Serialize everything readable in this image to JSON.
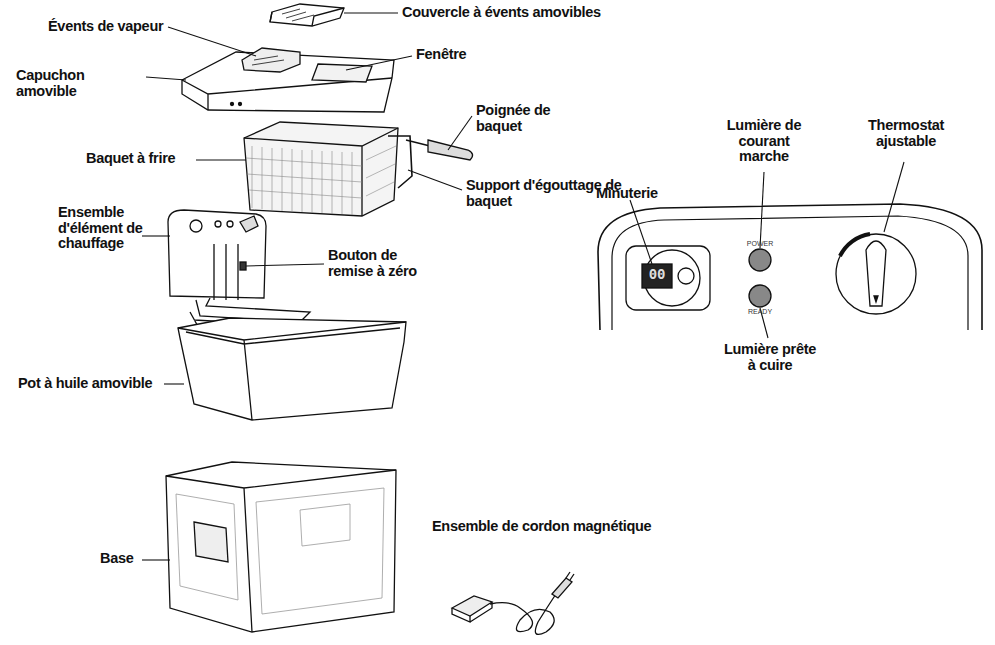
{
  "diagram": {
    "labels": [
      "Couvercle à évents amovibles",
      "Évents de vapeur",
      "Fenêtre",
      "Capuchon amovible",
      "Poignée de baquet",
      "Baquet à frire",
      "Support d'égouttage de baquet",
      "Ensemble d'élément de chauffage",
      "Bouton de remise à zéro",
      "Pot à huile amovible",
      "Base",
      "Ensemble de cordon magnétique",
      "Minuterie",
      "Lumière de courant marche",
      "Thermostat ajustable",
      "Lumière prête à cuire",
      "POWER",
      "00",
      "READY"
    ]
  }
}
